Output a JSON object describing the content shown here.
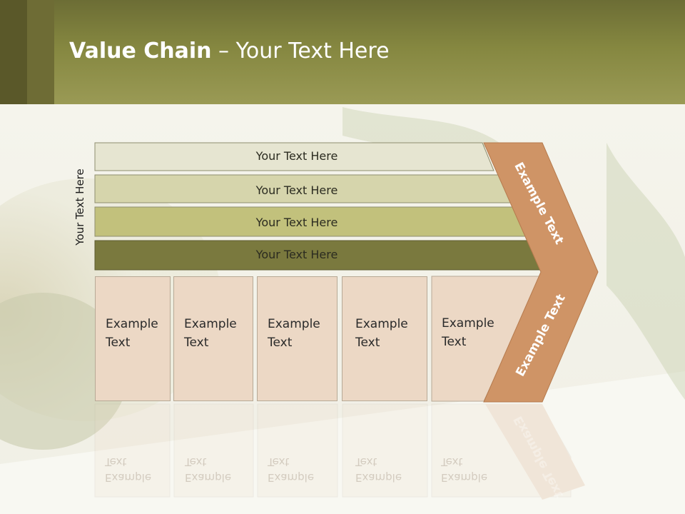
{
  "title": {
    "bold": "Value Chain",
    "rest": " – Your Text Here"
  },
  "side_label": "Your Text Here",
  "bars": [
    {
      "label": "Your Text Here",
      "color": "#e6e5d1"
    },
    {
      "label": "Your Text Here",
      "color": "#d6d5ac"
    },
    {
      "label": "Your Text Here",
      "color": "#c2c17c"
    },
    {
      "label": "Your Text Here",
      "color": "#7a793e"
    }
  ],
  "boxes": [
    {
      "line1": "Example",
      "line2": "Text"
    },
    {
      "line1": "Example",
      "line2": "Text"
    },
    {
      "line1": "Example",
      "line2": "Text"
    },
    {
      "line1": "Example",
      "line2": "Text"
    },
    {
      "line1": "Example",
      "line2": "Text"
    }
  ],
  "arrow": {
    "upper_label": "Example Text",
    "lower_label": "Example Text",
    "color": "#cf9466"
  },
  "colors": {
    "header": "#858740",
    "box_fill": "#ecd8c5"
  }
}
